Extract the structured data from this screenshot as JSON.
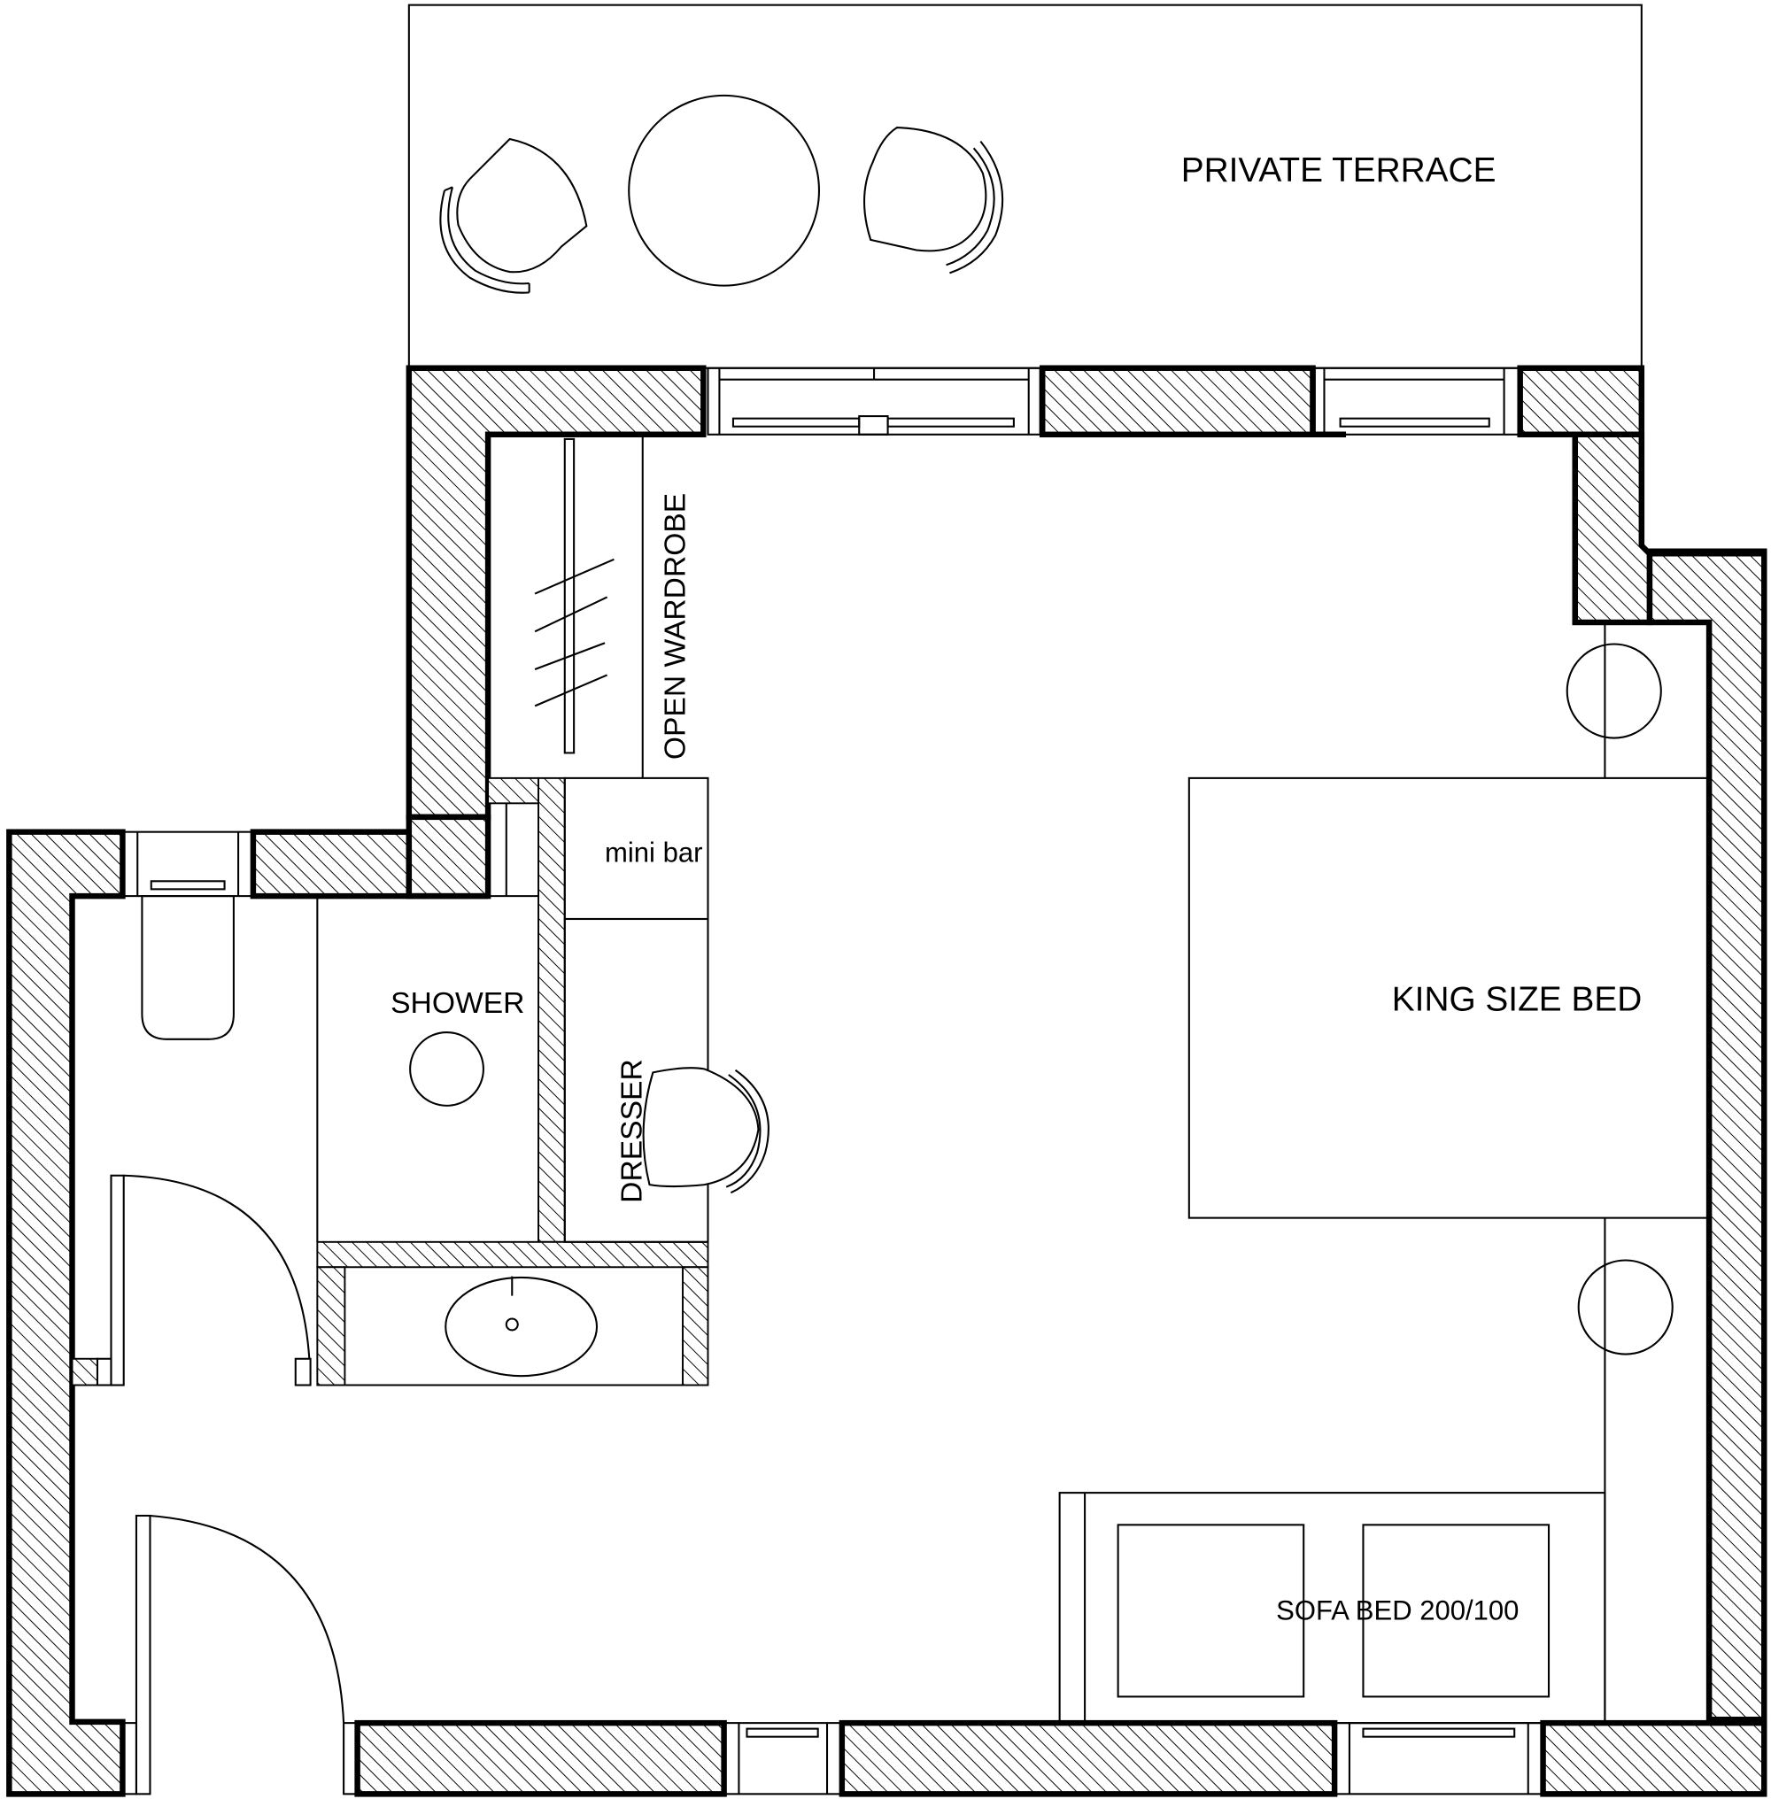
{
  "labels": {
    "private_terrace": "PRIVATE  TERRACE",
    "open_wardrobe": "OPEN  WARDROBE",
    "mini_bar": "mini bar",
    "shower": "SHOWER",
    "dresser": "DRESSER",
    "king_size_bed": "KING SIZE BED",
    "sofa_bed": "SOFA BED  200/100"
  }
}
